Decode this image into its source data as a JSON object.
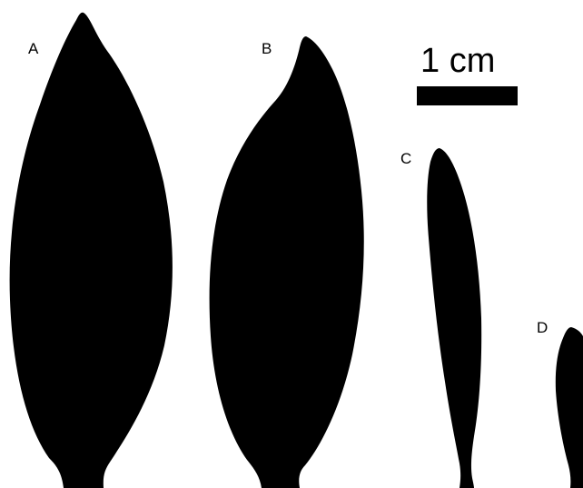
{
  "panels": [
    {
      "label": "A"
    },
    {
      "label": "B"
    },
    {
      "label": "C"
    },
    {
      "label": "D"
    }
  ],
  "scale_bar": {
    "text": "1 cm"
  },
  "colors": {
    "silhouette": "#000000",
    "background": "#ffffff"
  }
}
